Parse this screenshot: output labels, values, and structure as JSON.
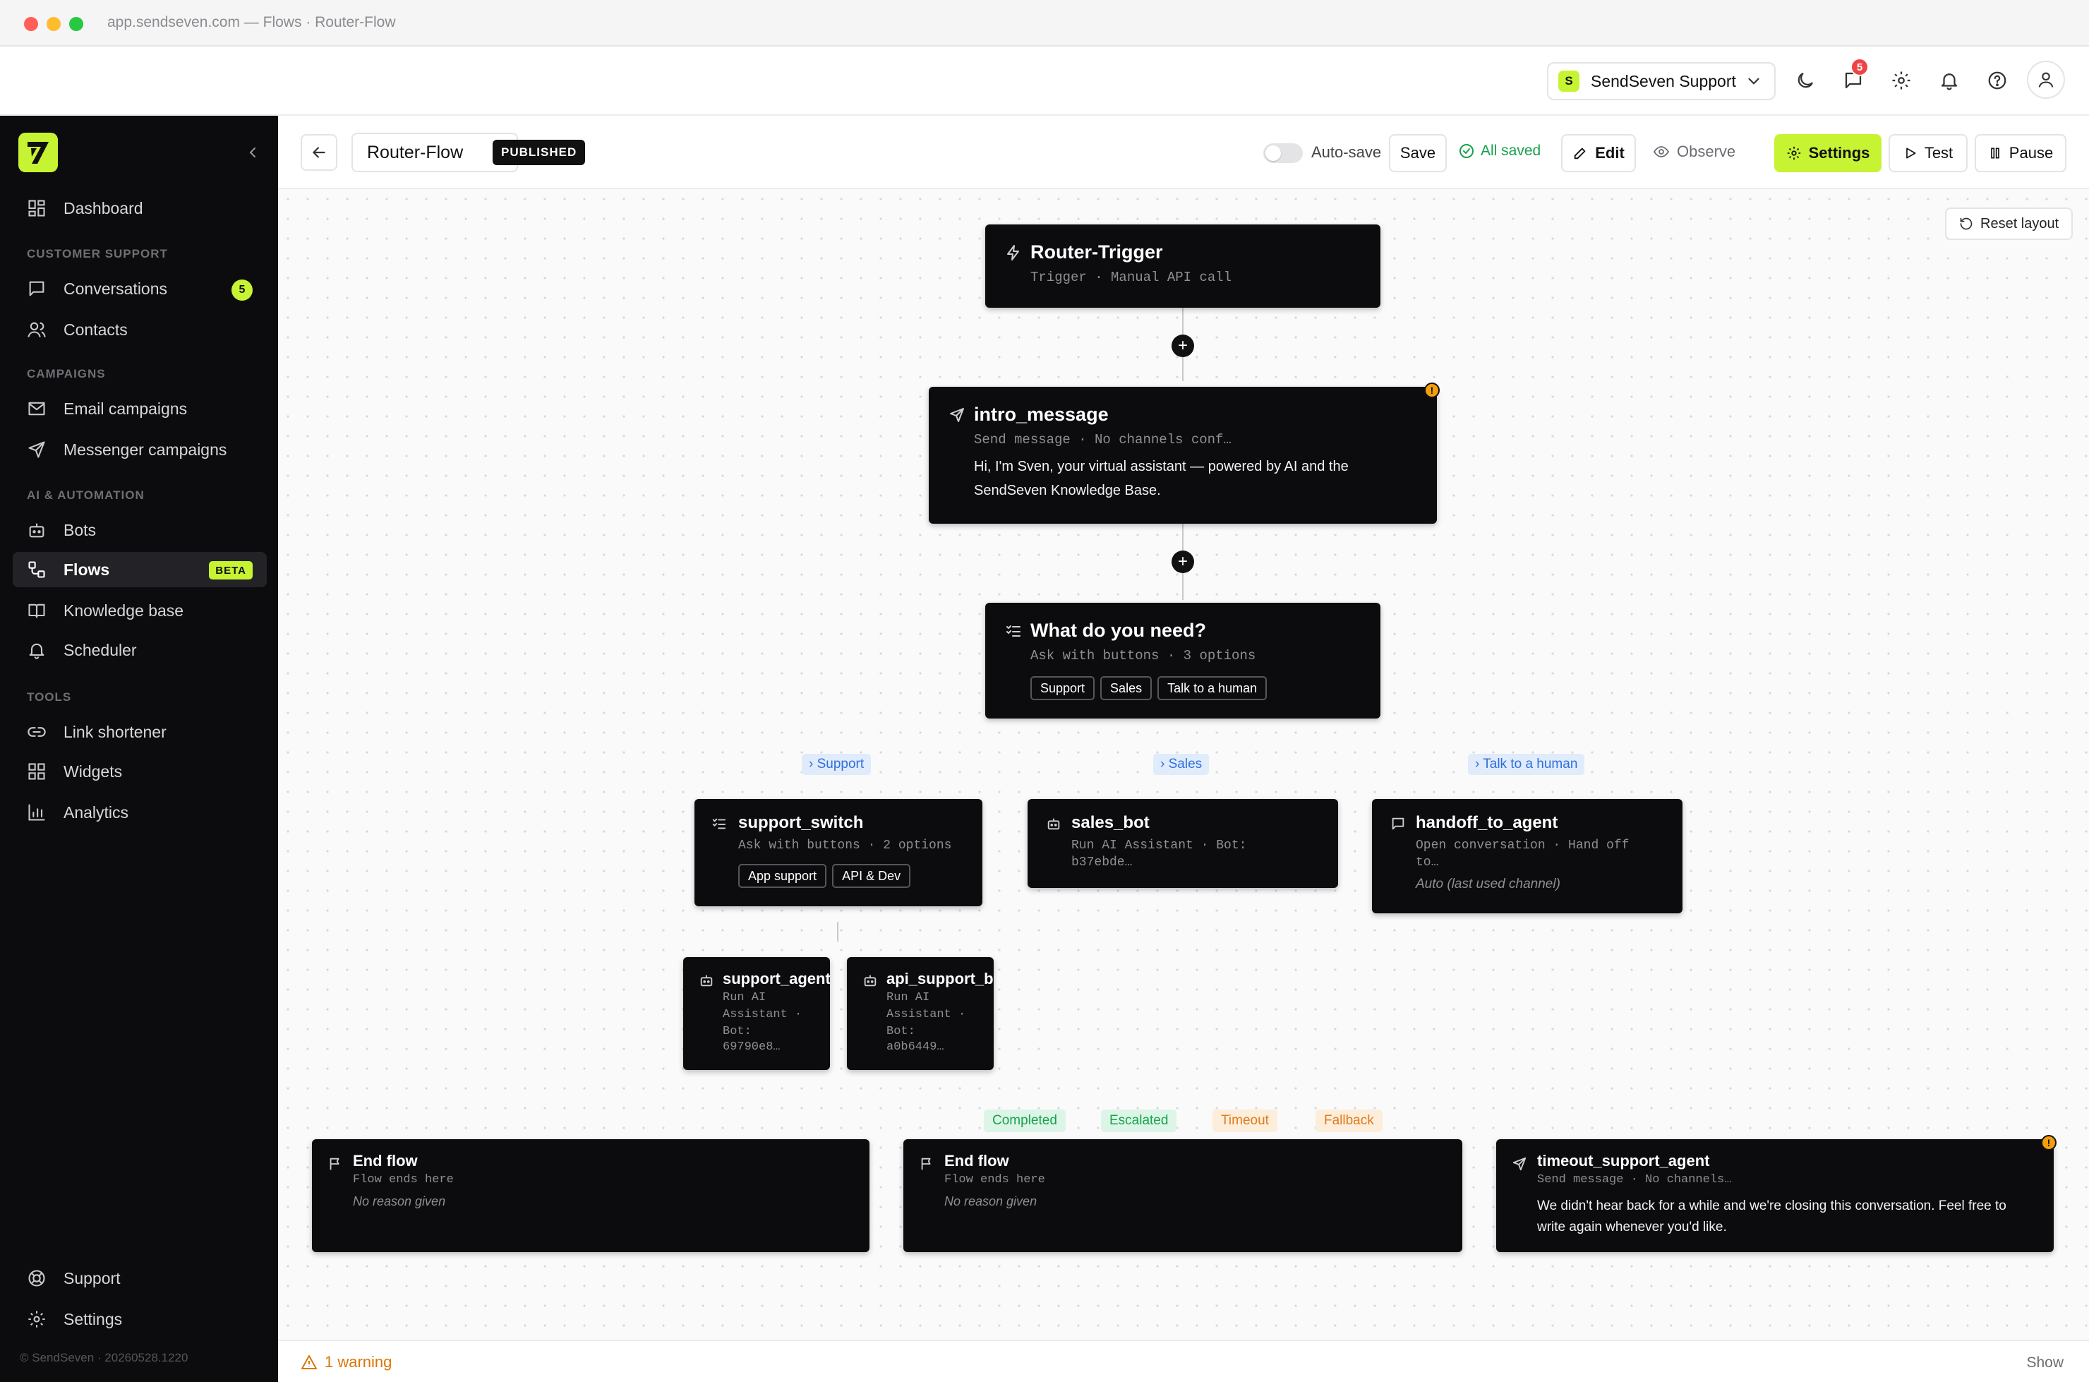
{
  "window": {
    "title": "app.sendseven.com — Flows · Router-Flow"
  },
  "header": {
    "workspace": {
      "initial": "S",
      "name": "SendSeven Support"
    },
    "notifications_count": "5"
  },
  "sidebar": {
    "collapse_icon": "chevron-left-icon",
    "items": [
      {
        "label": "Dashboard",
        "icon": "dashboard-icon"
      },
      {
        "label": "Conversations",
        "icon": "chat-icon",
        "badge": "5"
      },
      {
        "label": "Contacts",
        "icon": "users-icon"
      },
      {
        "label": "Email campaigns",
        "icon": "mail-icon"
      },
      {
        "label": "Messenger campaigns",
        "icon": "send-icon"
      },
      {
        "label": "Bots",
        "icon": "bot-icon"
      },
      {
        "label": "Flows",
        "icon": "flow-icon",
        "badge": "BETA",
        "active": true
      },
      {
        "label": "Knowledge base",
        "icon": "book-icon"
      },
      {
        "label": "Scheduler",
        "icon": "bell-icon"
      },
      {
        "label": "Link shortener",
        "icon": "link-icon"
      },
      {
        "label": "Widgets",
        "icon": "grid-icon"
      },
      {
        "label": "Analytics",
        "icon": "bar-chart-icon"
      }
    ],
    "sections": [
      "CUSTOMER SUPPORT",
      "CAMPAIGNS",
      "AI & AUTOMATION",
      "TOOLS"
    ],
    "bottom": [
      {
        "label": "Support",
        "icon": "life-buoy-icon"
      },
      {
        "label": "Settings",
        "icon": "gear-icon"
      }
    ],
    "footer": "© SendSeven · 20260528.1220"
  },
  "editor": {
    "flow_name": "Router-Flow",
    "status_badge": "PUBLISHED",
    "autosave_label": "Auto-save",
    "autosave_on": false,
    "save_label": "Save",
    "saved_label": "All saved",
    "edit_label": "Edit",
    "observe_label": "Observe",
    "settings_label": "Settings",
    "test_label": "Test",
    "pause_label": "Pause"
  },
  "canvas": {
    "reset_label": "Reset layout",
    "add_symbol": "+",
    "warning_symbol": "!",
    "nodes": {
      "trigger": {
        "title": "Router-Trigger",
        "sub": "Trigger · Manual API call"
      },
      "intro": {
        "title": "intro_message",
        "sub": "Send message · No channels conf…",
        "body": "Hi, I'm Sven, your virtual assistant — powered by AI and the SendSeven Knowledge Base."
      },
      "question": {
        "title": "What do you need?",
        "sub": "Ask with buttons · 3 options",
        "options": [
          "Support",
          "Sales",
          "Talk to a human"
        ]
      },
      "support_switch": {
        "title": "support_switch",
        "sub": "Ask with buttons · 2 options",
        "options": [
          "App support",
          "API & Dev"
        ]
      },
      "sales_bot": {
        "title": "sales_bot",
        "sub1": "Run AI Assistant · Bot:",
        "sub2": "b37ebde…"
      },
      "handoff": {
        "title": "handoff_to_agent",
        "sub1": "Open conversation · Hand off",
        "sub2": "to…",
        "note": "Auto (last used channel)"
      },
      "support_agent": {
        "title": "support_agent",
        "sub1": "Run AI",
        "sub2": "Assistant ·",
        "sub3": "Bot:",
        "sub4": "69790e8…"
      },
      "api_support": {
        "title": "api_support_bot",
        "sub1": "Run AI",
        "sub2": "Assistant ·",
        "sub3": "Bot:",
        "sub4": "a0b6449…"
      },
      "end1": {
        "title": "End flow",
        "sub": "Flow ends here",
        "note": "No reason given"
      },
      "end2": {
        "title": "End flow",
        "sub": "Flow ends here",
        "note": "No reason given"
      },
      "timeout": {
        "title": "timeout_support_agent",
        "sub": "Send message · No channels…",
        "body": "We didn't hear back for a while and we're closing this conversation. Feel free to write again whenever you'd like."
      }
    },
    "branches": [
      "› Support",
      "› Sales",
      "› Talk to a human"
    ],
    "outcomes": [
      {
        "label": "Completed",
        "bg": "#dcf5e7",
        "fg": "#16a34a"
      },
      {
        "label": "Escalated",
        "bg": "#dcf5e7",
        "fg": "#16a34a"
      },
      {
        "label": "Timeout",
        "bg": "#fdeedc",
        "fg": "#e07b1a"
      },
      {
        "label": "Fallback",
        "bg": "#fdeedc",
        "fg": "#e07b1a"
      }
    ]
  },
  "status": {
    "warning_label": "1 warning",
    "show_label": "Show"
  },
  "colors": {
    "accent": "#c6f432",
    "sidebar_bg": "#0c0c0e",
    "node_bg": "#0c0c0e",
    "warning": "#f59e0b",
    "success": "#16a34a",
    "branch": "#2f6fde"
  }
}
